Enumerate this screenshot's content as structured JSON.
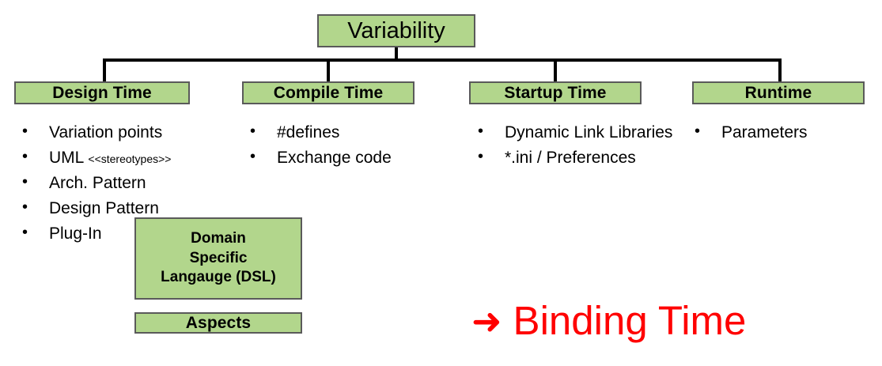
{
  "diagram": {
    "root": {
      "label": "Variability"
    },
    "categories": [
      {
        "id": "design-time",
        "label": "Design Time",
        "items": [
          {
            "text": "Variation points",
            "tag": ""
          },
          {
            "text": "UML",
            "tag": "<<stereotypes>>"
          },
          {
            "text": "Arch. Pattern",
            "tag": ""
          },
          {
            "text": "Design Pattern",
            "tag": ""
          },
          {
            "text": "Plug-In",
            "tag": ""
          }
        ]
      },
      {
        "id": "compile-time",
        "label": "Compile Time",
        "items": [
          {
            "text": "#defines",
            "tag": ""
          },
          {
            "text": "Exchange code",
            "tag": ""
          }
        ]
      },
      {
        "id": "startup-time",
        "label": "Startup Time",
        "items": [
          {
            "text": "Dynamic Link Libraries",
            "tag": ""
          },
          {
            "text": "*.ini / Preferences",
            "tag": ""
          }
        ]
      },
      {
        "id": "runtime",
        "label": "Runtime",
        "items": [
          {
            "text": "Parameters",
            "tag": ""
          }
        ]
      }
    ],
    "extra_boxes": [
      {
        "id": "dsl",
        "lines": [
          "Domain",
          "Specific",
          "Langauge (DSL)"
        ]
      },
      {
        "id": "aspects",
        "lines": [
          "Aspects"
        ]
      }
    ],
    "callout": {
      "arrow_glyph": "➜",
      "text": "Binding Time"
    },
    "bullet_glyph": "•",
    "colors": {
      "box_fill": "#b2d68c",
      "box_border": "#5a5a5a",
      "line": "#000000",
      "callout": "#ff0000",
      "text": "#000000",
      "background": "#ffffff"
    }
  }
}
